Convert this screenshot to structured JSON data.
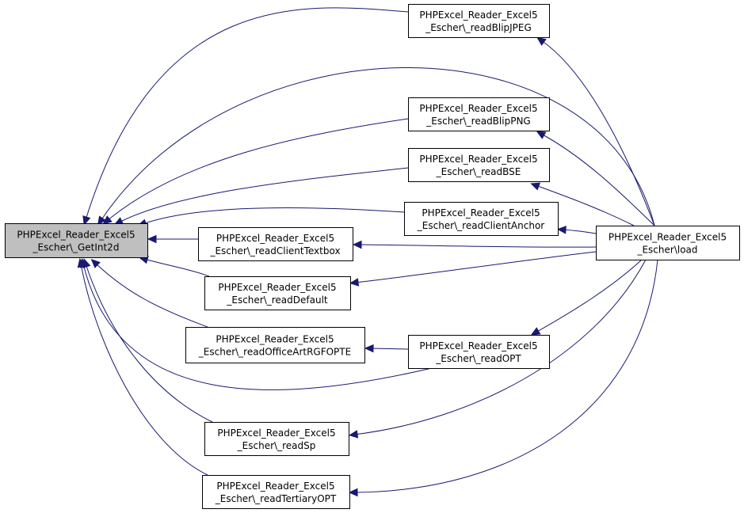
{
  "nodes": [
    {
      "id": "getint2d",
      "root": true,
      "line1": "PHPExcel_Reader_Excel5",
      "line2": "_Escher\\_GetInt2d"
    },
    {
      "id": "readBlipJPEG",
      "line1": "PHPExcel_Reader_Excel5",
      "line2": "_Escher\\_readBlipJPEG"
    },
    {
      "id": "readBlipPNG",
      "line1": "PHPExcel_Reader_Excel5",
      "line2": "_Escher\\_readBlipPNG"
    },
    {
      "id": "readBSE",
      "line1": "PHPExcel_Reader_Excel5",
      "line2": "_Escher\\_readBSE"
    },
    {
      "id": "readClientAnchor",
      "line1": "PHPExcel_Reader_Excel5",
      "line2": "_Escher\\_readClientAnchor"
    },
    {
      "id": "readClientTextbox",
      "line1": "PHPExcel_Reader_Excel5",
      "line2": "_Escher\\_readClientTextbox"
    },
    {
      "id": "readDefault",
      "line1": "PHPExcel_Reader_Excel5",
      "line2": "_Escher\\_readDefault"
    },
    {
      "id": "readOfficeArtRGFOPTE",
      "line1": "PHPExcel_Reader_Excel5",
      "line2": "_Escher\\_readOfficeArtRGFOPTE"
    },
    {
      "id": "readOPT",
      "line1": "PHPExcel_Reader_Excel5",
      "line2": "_Escher\\_readOPT"
    },
    {
      "id": "readSp",
      "line1": "PHPExcel_Reader_Excel5",
      "line2": "_Escher\\_readSp"
    },
    {
      "id": "readTertiaryOPT",
      "line1": "PHPExcel_Reader_Excel5",
      "line2": "_Escher\\_readTertiaryOPT"
    },
    {
      "id": "load",
      "line1": "PHPExcel_Reader_Excel5",
      "line2": "_Escher\\load"
    }
  ],
  "edges": [
    {
      "from": "readBlipJPEG",
      "to": "getint2d"
    },
    {
      "from": "load",
      "to": "getint2d"
    },
    {
      "from": "readBlipPNG",
      "to": "getint2d"
    },
    {
      "from": "readBSE",
      "to": "getint2d"
    },
    {
      "from": "readClientAnchor",
      "to": "getint2d"
    },
    {
      "from": "readClientTextbox",
      "to": "getint2d"
    },
    {
      "from": "readDefault",
      "to": "getint2d"
    },
    {
      "from": "readOfficeArtRGFOPTE",
      "to": "getint2d"
    },
    {
      "from": "readOPT",
      "to": "getint2d"
    },
    {
      "from": "readSp",
      "to": "getint2d"
    },
    {
      "from": "readTertiaryOPT",
      "to": "getint2d"
    },
    {
      "from": "load",
      "to": "readBlipJPEG"
    },
    {
      "from": "load",
      "to": "readBlipPNG"
    },
    {
      "from": "load",
      "to": "readBSE"
    },
    {
      "from": "load",
      "to": "readClientAnchor"
    },
    {
      "from": "load",
      "to": "readClientTextbox"
    },
    {
      "from": "load",
      "to": "readDefault"
    },
    {
      "from": "load",
      "to": "readOPT"
    },
    {
      "from": "load",
      "to": "readSp"
    },
    {
      "from": "load",
      "to": "readTertiaryOPT"
    },
    {
      "from": "readOPT",
      "to": "readOfficeArtRGFOPTE"
    }
  ]
}
